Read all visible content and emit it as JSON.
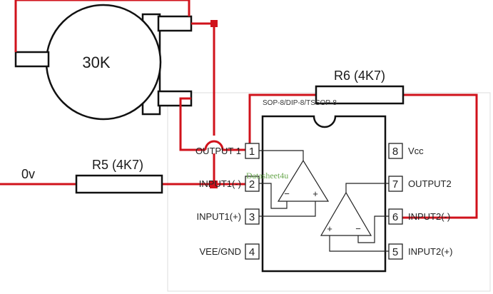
{
  "potentiometer": {
    "label": "30K"
  },
  "resistors": {
    "r6": {
      "label": "R6 (4K7)"
    },
    "r5": {
      "label": "R5 (4K7)"
    }
  },
  "input": {
    "label": "0v"
  },
  "ic": {
    "package_label": "SOP-8/DIP-8/TSSOP-8",
    "watermark": "Datasheet4u",
    "left_pins": [
      {
        "num": "1",
        "label": "OUTPUT 1"
      },
      {
        "num": "2",
        "label": "INPUT1(-)"
      },
      {
        "num": "3",
        "label": "INPUT1(+)"
      },
      {
        "num": "4",
        "label": "VEE/GND"
      }
    ],
    "right_pins": [
      {
        "num": "8",
        "label": "Vcc"
      },
      {
        "num": "7",
        "label": "OUTPUT2"
      },
      {
        "num": "6",
        "label": "INPUT2(-)"
      },
      {
        "num": "5",
        "label": "INPUT2(+)"
      }
    ],
    "opamp1_minus": "−",
    "opamp1_plus": "+",
    "opamp2_plus": "+",
    "opamp2_minus": "−"
  },
  "colors": {
    "wire": "#d0121b",
    "outline": "#111111"
  }
}
